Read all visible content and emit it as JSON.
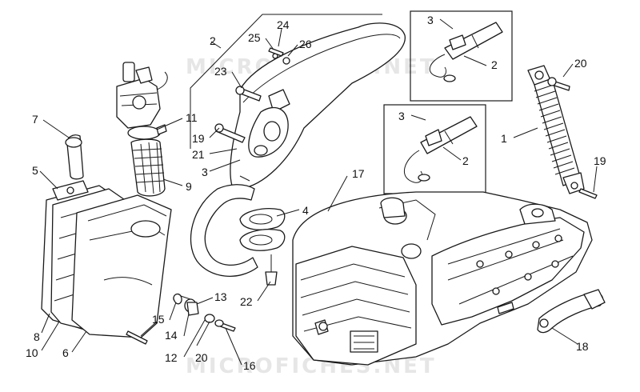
{
  "watermark": {
    "top": "MICROFICHES.NET",
    "bottom": "MICROFICHES.NET"
  },
  "callouts": [
    {
      "id": "c1",
      "label": "1"
    },
    {
      "id": "c2a",
      "label": "2"
    },
    {
      "id": "c2b",
      "label": "2"
    },
    {
      "id": "c2c",
      "label": "2"
    },
    {
      "id": "c3a",
      "label": "3"
    },
    {
      "id": "c3b",
      "label": "3"
    },
    {
      "id": "c3c",
      "label": "3"
    },
    {
      "id": "c4",
      "label": "4"
    },
    {
      "id": "c5",
      "label": "5"
    },
    {
      "id": "c6",
      "label": "6"
    },
    {
      "id": "c7",
      "label": "7"
    },
    {
      "id": "c8",
      "label": "8"
    },
    {
      "id": "c9",
      "label": "9"
    },
    {
      "id": "c10",
      "label": "10"
    },
    {
      "id": "c11",
      "label": "11"
    },
    {
      "id": "c12",
      "label": "12"
    },
    {
      "id": "c13",
      "label": "13"
    },
    {
      "id": "c14",
      "label": "14"
    },
    {
      "id": "c15",
      "label": "15"
    },
    {
      "id": "c16",
      "label": "16"
    },
    {
      "id": "c17",
      "label": "17"
    },
    {
      "id": "c18",
      "label": "18"
    },
    {
      "id": "c19a",
      "label": "19"
    },
    {
      "id": "c19b",
      "label": "19"
    },
    {
      "id": "c20a",
      "label": "20"
    },
    {
      "id": "c20b",
      "label": "20"
    },
    {
      "id": "c21",
      "label": "21"
    },
    {
      "id": "c22",
      "label": "22"
    },
    {
      "id": "c23",
      "label": "23"
    },
    {
      "id": "c24",
      "label": "24"
    },
    {
      "id": "c25",
      "label": "25"
    },
    {
      "id": "c26",
      "label": "26"
    }
  ]
}
